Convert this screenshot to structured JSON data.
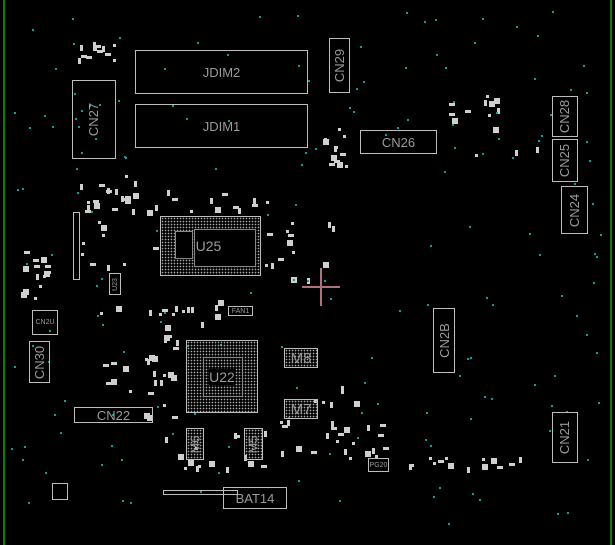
{
  "components": {
    "jdim2": "JDIM2",
    "jdim1": "JDIM1",
    "cn29": "CN29",
    "cn27": "CN27",
    "cn26": "CN26",
    "cn28": "CN28",
    "cn25": "CN25",
    "cn24": "CN24",
    "u25": "U25",
    "u23": "U23",
    "fan1": "FAN1",
    "cn2u": "CN2U",
    "cn30": "CN30",
    "cn22": "CN22",
    "u22": "U22",
    "m8": "M8",
    "m7": "M7",
    "m6": "M6",
    "m5": "M5",
    "cn2b": "CN2B",
    "cn21": "CN21",
    "bat14": "BAT14",
    "pg20": "PG20"
  },
  "colors": {
    "background": "#000000",
    "outline": "#bdbdbd",
    "board_edge": "#0a7a0a",
    "via": "#0aa0a0",
    "cursor": "#b07080"
  }
}
